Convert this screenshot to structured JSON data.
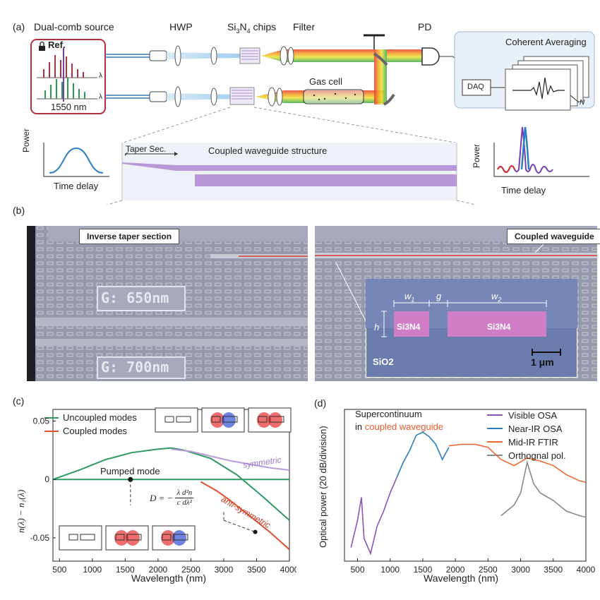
{
  "panel_a": {
    "tag": "(a)",
    "source_label": "Dual-comb source",
    "ref_label": "Ref.",
    "wavelength_label": "1550 nm",
    "lambda": "λ",
    "hwp_label": "HWP",
    "chips_label_pre": "Si",
    "chips_label_sub1": "3",
    "chips_label_mid": "N",
    "chips_label_sub2": "4",
    "chips_label_post": " chips",
    "filter_label": "Filter",
    "pd_label": "PD",
    "gas_cell_label": "Gas cell",
    "coherent_label": "Coherent Averaging",
    "daq_label": "DAQ",
    "n_label": "N",
    "taper_label": "Taper Sec.",
    "coupled_struct_label": "Coupled waveguide structure",
    "left_plot_y": "Power",
    "left_plot_x": "Time delay",
    "right_plot_y": "Power",
    "right_plot_x": "Time delay",
    "colors": {
      "red_box": "#b5303a",
      "blue_panel": "#e9f1f8",
      "waveguide": "#b897d6"
    }
  },
  "panel_b": {
    "tag": "(b)",
    "left_tag": "Inverse taper section",
    "right_tag": "Coupled waveguide",
    "g650": "G: 650nm",
    "g700": "G: 700nm",
    "w1": "w",
    "w1_sub": "1",
    "g": "g",
    "w2": "w",
    "w2_sub": "2",
    "h": "h",
    "sin_left": "Si3N4",
    "sin_right": "Si3N4",
    "sio2": "SiO2",
    "scale": "1 μm"
  },
  "panel_c": {
    "tag": "(c)",
    "legend_uncoupled": "Uncoupled modes",
    "legend_coupled": "Coupled modes",
    "pumped": "Pumped mode",
    "symmetric": "symmetric",
    "anti_symmetric": "anti-symmetric",
    "formula_lhs": "D = −",
    "formula_frac_top": "λ  d²n",
    "formula_frac_bot": "c  dλ²",
    "xlabel": "Wavelength (nm)",
    "ylabel": "n(λ) − n₁(λ)",
    "xticks": [
      "500",
      "1000",
      "1500",
      "2000",
      "2500",
      "3000",
      "3500",
      "4000"
    ],
    "yticks": [
      "0.05",
      "0",
      "-0.05"
    ]
  },
  "panel_d": {
    "tag": "(d)",
    "title_line1": "Supercontinuum",
    "title_line2_pre": "in ",
    "title_line2_colored": "coupled waveguide",
    "legend": [
      "Visible OSA",
      "Near-IR OSA",
      "Mid-IR FTIR",
      "Orthognal pol."
    ],
    "xlabel": "Wavelength (nm)",
    "ylabel": "Optical power (20 dB/division)",
    "xticks": [
      "500",
      "1000",
      "1500",
      "2000",
      "2500",
      "3000",
      "3500",
      "4000"
    ]
  },
  "chart_data": [
    {
      "type": "line",
      "xlim": [
        400,
        4000
      ],
      "ylim": [
        -0.07,
        0.06
      ],
      "series": [
        {
          "name": "Uncoupled modes",
          "color": "#2e9a62",
          "x": [
            400,
            800,
            1200,
            1600,
            2000,
            2200,
            2400,
            2800,
            3200,
            3600,
            4000
          ],
          "y": [
            0.0,
            0.008,
            0.017,
            0.023,
            0.026,
            0.027,
            0.025,
            0.018,
            0.004,
            -0.015,
            -0.035
          ]
        },
        {
          "name": "Uncoupled modes",
          "color": "#2e9a62",
          "x": [
            400,
            4000
          ],
          "y": [
            0.0,
            0.0
          ]
        },
        {
          "name": "Coupled modes",
          "color": "#b99ad8",
          "x": [
            2200,
            2500,
            2800,
            3100,
            3400,
            3700,
            4000
          ],
          "y": [
            0.026,
            0.024,
            0.02,
            0.016,
            0.013,
            0.01,
            0.008
          ]
        },
        {
          "name": "Coupled modes",
          "color": "#e0502e",
          "x": [
            2650,
            2900,
            3100,
            3300,
            3500,
            3700,
            4000
          ],
          "y": [
            -0.002,
            -0.01,
            -0.018,
            -0.027,
            -0.036,
            -0.045,
            -0.06
          ]
        }
      ]
    },
    {
      "type": "line",
      "xlim": [
        300,
        4000
      ],
      "series": [
        {
          "name": "Visible OSA",
          "color": "#8b55b5",
          "x": [
            400,
            500,
            560,
            600,
            700,
            800,
            900,
            1000,
            1100
          ],
          "y": [
            -76,
            -58,
            -43,
            -70,
            -80,
            -62,
            -52,
            -40,
            -30
          ]
        },
        {
          "name": "Near-IR OSA",
          "color": "#2a7fc0",
          "x": [
            1100,
            1200,
            1300,
            1400,
            1500,
            1600,
            1700,
            1800,
            1900
          ],
          "y": [
            -30,
            -20,
            -12,
            -2,
            0,
            -3,
            -8,
            -18,
            -10
          ]
        },
        {
          "name": "Mid-IR FTIR",
          "color": "#ee6a33",
          "x": [
            1900,
            2100,
            2300,
            2500,
            2700,
            2900,
            3100,
            3300,
            3500,
            3700,
            3900,
            4000
          ],
          "y": [
            -9,
            -8,
            -8,
            -10,
            -18,
            -22,
            -17,
            -19,
            -22,
            -28,
            -32,
            -33
          ]
        },
        {
          "name": "Orthognal pol.",
          "color": "#888888",
          "x": [
            2700,
            2900,
            3000,
            3100,
            3200,
            3300,
            3500,
            3700,
            3900,
            4000
          ],
          "y": [
            -55,
            -48,
            -40,
            -20,
            -34,
            -40,
            -45,
            -52,
            -55,
            -56
          ]
        }
      ]
    }
  ]
}
